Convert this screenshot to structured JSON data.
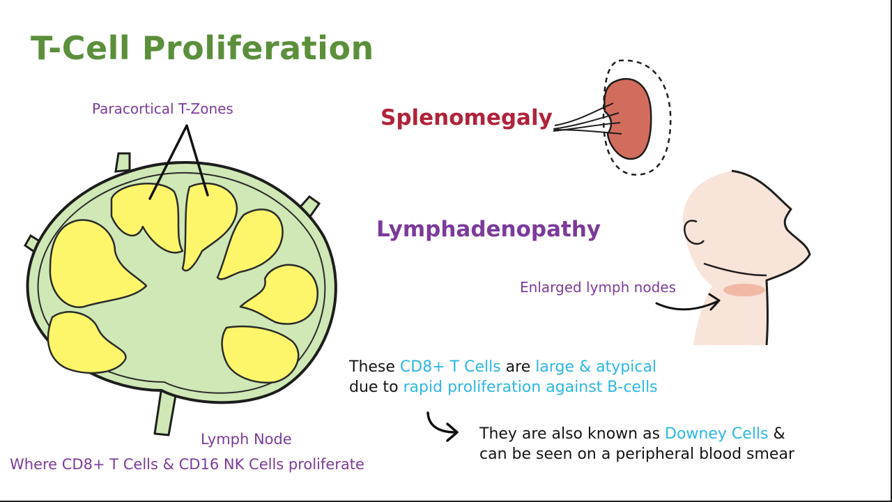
{
  "title": "T-Cell Proliferation",
  "lymph_node": {
    "zones_label": "Paracortical T-Zones",
    "name_label": "Lymph Node",
    "caption": "Where CD8+ T Cells & CD16 NK Cells proliferate"
  },
  "spleen": {
    "label": "Splenomegaly"
  },
  "neck": {
    "label": "Lymphadenopathy",
    "callout": "Enlarged lymph nodes"
  },
  "note1": {
    "line1": {
      "a": "These ",
      "b": "CD8+ T Cells",
      "c": " are ",
      "d": "large & atypical"
    },
    "line2": {
      "a": "due to ",
      "b": "rapid proliferation against B-cells"
    }
  },
  "note2": {
    "line1": {
      "a": "They are also known as ",
      "b": "Downey Cells",
      "c": " &"
    },
    "line2": "can be seen on a peripheral blood smear"
  },
  "colors": {
    "title_green": "#5b8f3b",
    "purple": "#7b3b9a",
    "red": "#b0233a",
    "highlight_blue": "#2db6e6",
    "node_green": "#cfe8b5",
    "zone_yellow": "#fdf66b",
    "spleen": "#d26c5c",
    "skin": "#f8e4d8"
  }
}
